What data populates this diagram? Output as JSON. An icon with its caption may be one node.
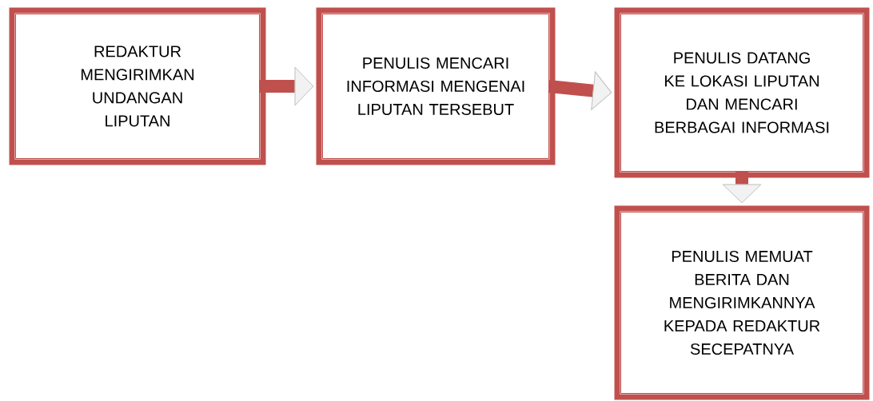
{
  "diagram": {
    "nodes": [
      {
        "text": [
          "REDAKTUR MENGIRIMKAN UNDANGAN LIPUTAN"
        ]
      },
      {
        "text": [
          "PENULIS MENCARI INFORMASI MENGENAI LIPUTAN TERSEBUT"
        ]
      },
      {
        "text": [
          "PENULIS DATANG KE LOKASI LIPUTAN DAN MENCARI BERBAGAI INFORMASI"
        ]
      },
      {
        "text": [
          "PENULIS MEMUAT BERITA DAN MENGIRIMKANNYA KEPADA REDAKTUR SECEPATNYA"
        ]
      }
    ],
    "edges": [
      {
        "from": 0,
        "to": 1,
        "arrow": "to"
      },
      {
        "from": 1,
        "to": 2,
        "arrow": "to"
      },
      {
        "from": 2,
        "to": 3,
        "arrow": "to"
      }
    ]
  }
}
